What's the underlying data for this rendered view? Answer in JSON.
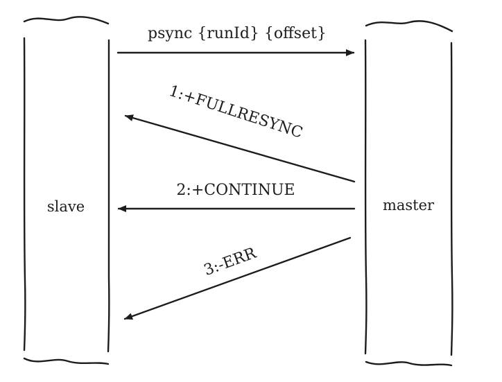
{
  "diagram": {
    "nodes": {
      "slave": {
        "label": "slave"
      },
      "master": {
        "label": "master"
      }
    },
    "messages": [
      {
        "id": "psync",
        "from": "slave",
        "to": "master",
        "label": "psync {runId} {offset}"
      },
      {
        "id": "fullresync",
        "from": "master",
        "to": "slave",
        "label": "1:+FULLRESYNC"
      },
      {
        "id": "continue",
        "from": "master",
        "to": "slave",
        "label": "2:+CONTINUE"
      },
      {
        "id": "err",
        "from": "master",
        "to": "slave",
        "label": "3:-ERR"
      }
    ],
    "colors": {
      "ink": "#1c1c1c",
      "background": "#ffffff"
    }
  }
}
